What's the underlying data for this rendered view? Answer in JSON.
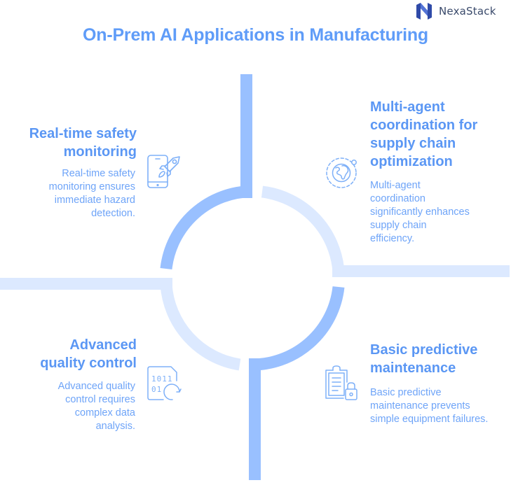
{
  "brand": {
    "name": "NexaStack",
    "logo_icon": "nexastack-logo-icon",
    "colors": {
      "dark": "#2f4aa8",
      "mid": "#5474d6"
    }
  },
  "title": "On-Prem AI Applications in Manufacturing",
  "colors": {
    "title": "#5f9cf8",
    "heading": "#5b97f4",
    "desc": "#6ea4f8",
    "arc_dark": "#99c0ff",
    "arc_light": "#dce9ff",
    "icon_stroke": "#7eb0f8"
  },
  "quadrants": [
    {
      "position": "top-left",
      "heading_lines": [
        "Real-time safety",
        "monitoring"
      ],
      "description_lines": [
        "Real-time safety",
        "monitoring ensures",
        "immediate hazard",
        "detection."
      ],
      "icon": "mobile-rocket-icon"
    },
    {
      "position": "top-right",
      "heading_lines": [
        "Multi-agent",
        "coordination for",
        "supply chain",
        "optimization"
      ],
      "description_lines": [
        "Multi-agent",
        "coordination",
        "significantly enhances",
        "supply chain",
        "efficiency."
      ],
      "icon": "globe-orbit-icon"
    },
    {
      "position": "bottom-left",
      "heading_lines": [
        "Advanced",
        "quality control"
      ],
      "description_lines": [
        "Advanced quality",
        "control requires",
        "complex data",
        "analysis."
      ],
      "icon": "binary-file-refresh-icon"
    },
    {
      "position": "bottom-right",
      "heading_lines": [
        "Basic predictive",
        "maintenance"
      ],
      "description_lines": [
        "Basic predictive",
        "maintenance prevents",
        "simple equipment failures."
      ],
      "icon": "clipboard-lock-icon"
    }
  ]
}
